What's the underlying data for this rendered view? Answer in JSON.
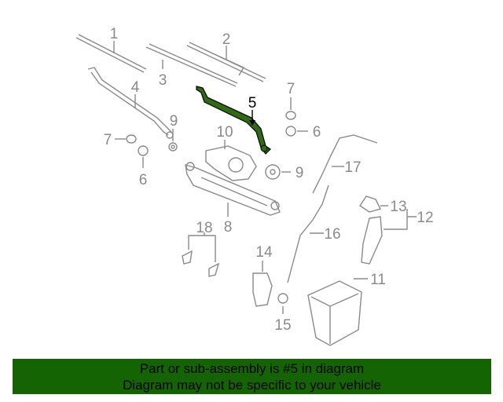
{
  "callouts": {
    "c1": "1",
    "c2": "2",
    "c3": "3",
    "c4": "4",
    "c5": "5",
    "c6a": "6",
    "c6b": "6",
    "c7a": "7",
    "c7b": "7",
    "c8": "8",
    "c9a": "9",
    "c9b": "9",
    "c10": "10",
    "c11": "11",
    "c12": "12",
    "c13": "13",
    "c14": "14",
    "c15": "15",
    "c16": "16",
    "c17": "17",
    "c18": "18"
  },
  "highlight_color": "#2e6b12",
  "banner": {
    "line1": "Part or sub-assembly is #5 in diagram",
    "line2": "Diagram may not be specific to your vehicle",
    "color": "#146404"
  }
}
